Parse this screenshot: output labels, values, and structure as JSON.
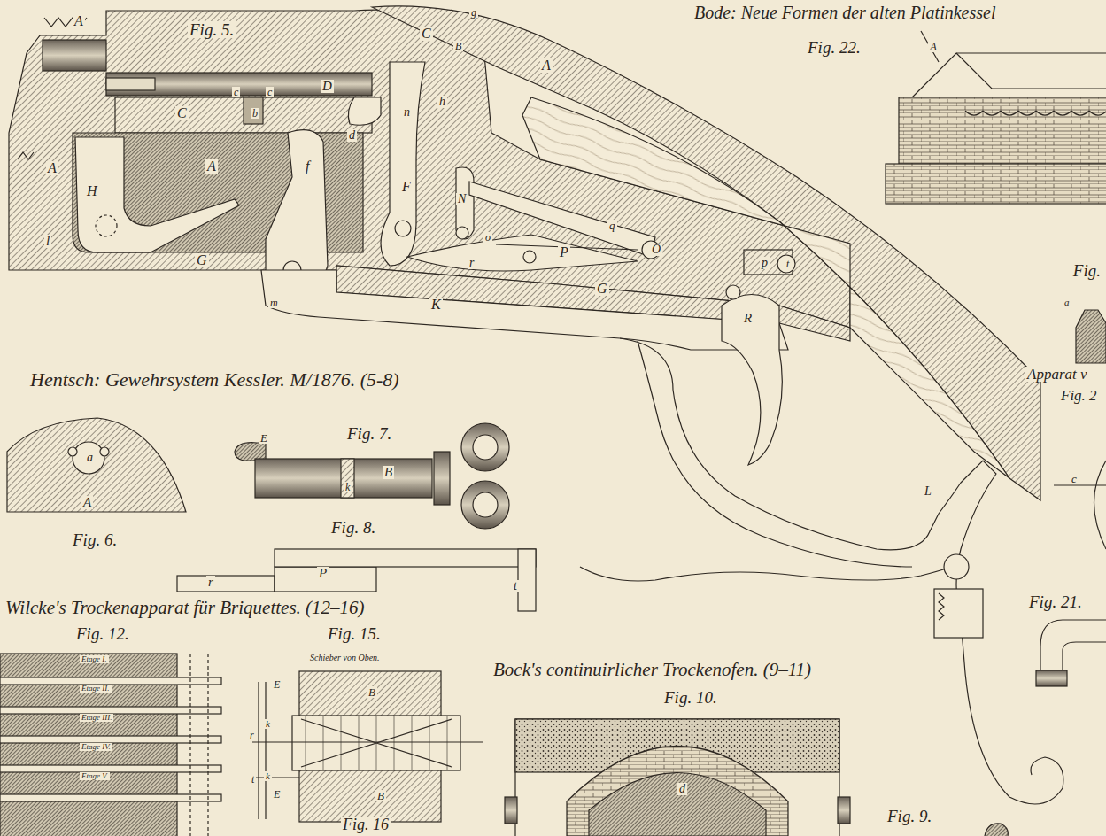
{
  "diagram": {
    "labels": [
      "Bode: Neue Formen der alten Platinkessel",
      "Fig. 22.",
      "Fig. 5.",
      "A",
      "g",
      "C",
      "B",
      "A",
      "D",
      "c",
      "c",
      "C",
      "b",
      "h",
      "n",
      "d",
      "A",
      "A",
      "f",
      "F",
      "H",
      "N",
      "q",
      "o",
      "O",
      "l",
      "r",
      "P",
      "p",
      "t",
      "G",
      "G",
      "m",
      "K",
      "R",
      "Hentsch: Gewehrsystem Kessler. M/1876. (5-8)",
      "a",
      "A",
      "E",
      "Fig. 7.",
      "B",
      "k",
      "Fig. 8.",
      "Fig. 6.",
      "r",
      "P",
      "t",
      "L",
      "Wilcke's Trockenapparat für Briquettes. (12–16)",
      "Fig. 12.",
      "Fig. 15.",
      "Schieber von Oben.",
      "Bock's continuirlicher Trockenofen. (9–11)",
      "Fig. 10.",
      "E",
      "B",
      "k",
      "r",
      "t",
      "k",
      "E",
      "B",
      "Fig. 16",
      "Etage I.",
      "Etage II.",
      "Etage III.",
      "Etage IV.",
      "Etage V.",
      "d",
      "Fig. 9.",
      "Fig. 21.",
      "A",
      "Fig.",
      "a",
      "Apparat v",
      "Fig. 2",
      "c"
    ]
  }
}
